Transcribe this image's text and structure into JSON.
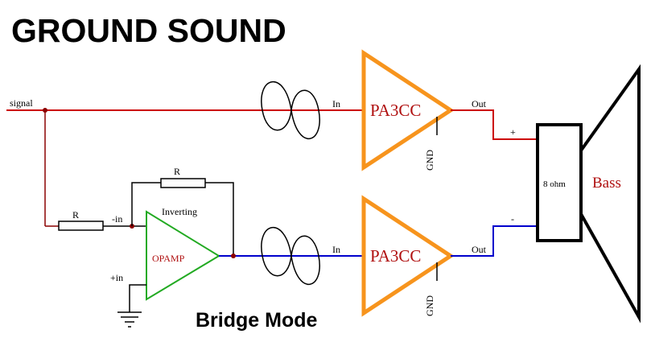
{
  "title": "GROUND SOUND",
  "subtitle": "Bridge Mode",
  "colors": {
    "signal_wire": "#cc0000",
    "inverted_wire": "#0000cc",
    "amplifier": "#f7941d",
    "opamp": "#22aa22",
    "wire": "#000000",
    "junction": "#8b0000",
    "label_red": "#b01010"
  },
  "labels": {
    "signal": "signal",
    "resistor_input": "R",
    "resistor_feedback": "R",
    "minus_in": "-in",
    "plus_in": "+in",
    "inverting": "Inverting",
    "opamp": "OPAMP",
    "amp_top": {
      "name": "PA3CC",
      "in": "In",
      "out": "Out",
      "gnd": "GND"
    },
    "amp_bottom": {
      "name": "PA3CC",
      "in": "In",
      "out": "Out",
      "gnd": "GND"
    },
    "plus_terminal": "+",
    "minus_terminal": "-",
    "impedance": "8 ohm",
    "speaker": "Bass"
  }
}
